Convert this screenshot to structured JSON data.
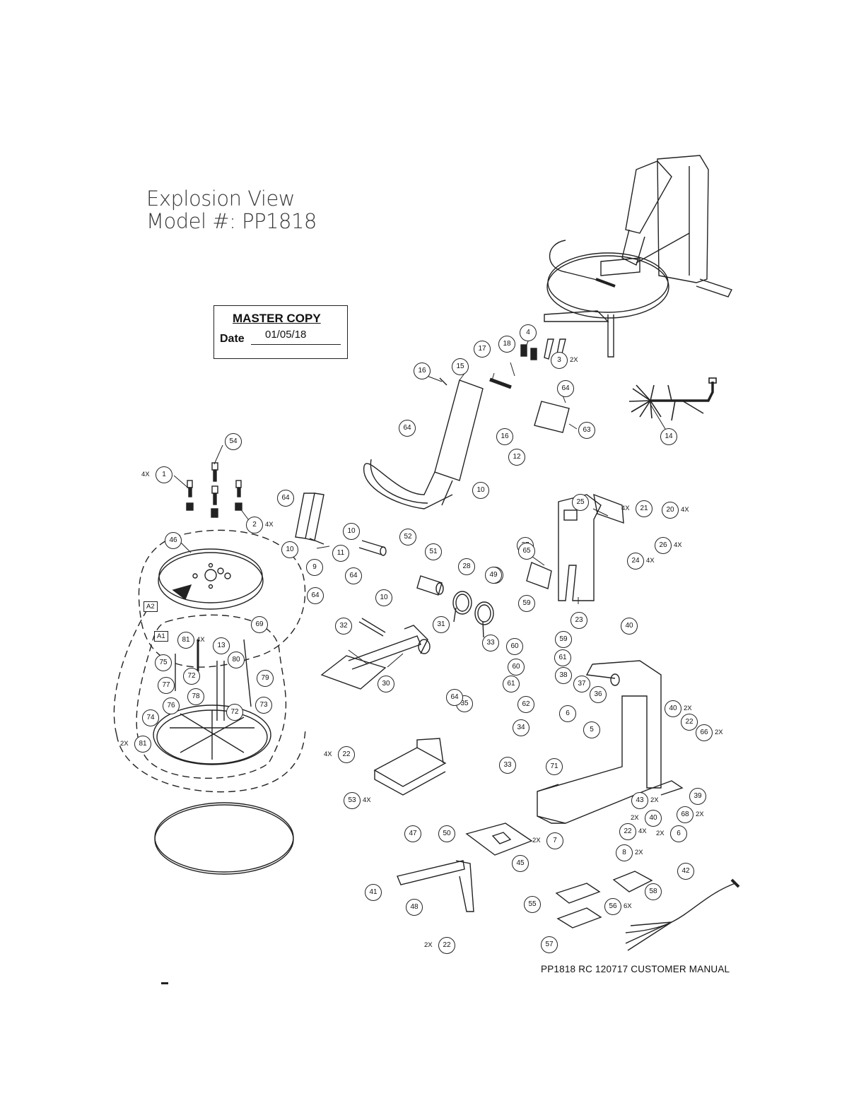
{
  "header": {
    "title_line1": "Explosion View",
    "title_line2": "Model #: PP1818"
  },
  "stamp": {
    "heading": "MASTER COPY",
    "date_label": "Date",
    "date_value": "01/05/18"
  },
  "footer": {
    "text": "PP1818 RC 120717 CUSTOMER MANUAL"
  },
  "assembly_boxes": [
    "A2",
    "A1"
  ],
  "callouts": [
    {
      "num": "1",
      "qty": "4X"
    },
    {
      "num": "2",
      "qty": "4X"
    },
    {
      "num": "3",
      "qty": "2X"
    },
    {
      "num": "4",
      "qty": ""
    },
    {
      "num": "5",
      "qty": ""
    },
    {
      "num": "6",
      "qty": ""
    },
    {
      "num": "6",
      "qty": "2X"
    },
    {
      "num": "7",
      "qty": "2X"
    },
    {
      "num": "8",
      "qty": "2X"
    },
    {
      "num": "9",
      "qty": ""
    },
    {
      "num": "10",
      "qty": ""
    },
    {
      "num": "10",
      "qty": ""
    },
    {
      "num": "10",
      "qty": ""
    },
    {
      "num": "10",
      "qty": ""
    },
    {
      "num": "11",
      "qty": ""
    },
    {
      "num": "12",
      "qty": ""
    },
    {
      "num": "13",
      "qty": ""
    },
    {
      "num": "14",
      "qty": ""
    },
    {
      "num": "15",
      "qty": ""
    },
    {
      "num": "16",
      "qty": ""
    },
    {
      "num": "16",
      "qty": ""
    },
    {
      "num": "17",
      "qty": ""
    },
    {
      "num": "18",
      "qty": ""
    },
    {
      "num": "20",
      "qty": "4X"
    },
    {
      "num": "21",
      "qty": "4X"
    },
    {
      "num": "22",
      "qty": "4X"
    },
    {
      "num": "22",
      "qty": ""
    },
    {
      "num": "22",
      "qty": "4X"
    },
    {
      "num": "22",
      "qty": "2X"
    },
    {
      "num": "23",
      "qty": ""
    },
    {
      "num": "24",
      "qty": "4X"
    },
    {
      "num": "25",
      "qty": ""
    },
    {
      "num": "26",
      "qty": "4X"
    },
    {
      "num": "27",
      "qty": ""
    },
    {
      "num": "28",
      "qty": ""
    },
    {
      "num": "29",
      "qty": ""
    },
    {
      "num": "30",
      "qty": ""
    },
    {
      "num": "31",
      "qty": ""
    },
    {
      "num": "32",
      "qty": ""
    },
    {
      "num": "33",
      "qty": ""
    },
    {
      "num": "33",
      "qty": ""
    },
    {
      "num": "34",
      "qty": ""
    },
    {
      "num": "35",
      "qty": ""
    },
    {
      "num": "36",
      "qty": ""
    },
    {
      "num": "37",
      "qty": ""
    },
    {
      "num": "38",
      "qty": ""
    },
    {
      "num": "39",
      "qty": ""
    },
    {
      "num": "40",
      "qty": ""
    },
    {
      "num": "40",
      "qty": "2X"
    },
    {
      "num": "40",
      "qty": "2X"
    },
    {
      "num": "41",
      "qty": ""
    },
    {
      "num": "42",
      "qty": ""
    },
    {
      "num": "43",
      "qty": "2X"
    },
    {
      "num": "45",
      "qty": ""
    },
    {
      "num": "46",
      "qty": ""
    },
    {
      "num": "47",
      "qty": ""
    },
    {
      "num": "48",
      "qty": ""
    },
    {
      "num": "49",
      "qty": ""
    },
    {
      "num": "50",
      "qty": ""
    },
    {
      "num": "51",
      "qty": ""
    },
    {
      "num": "52",
      "qty": ""
    },
    {
      "num": "53",
      "qty": "4X"
    },
    {
      "num": "54",
      "qty": ""
    },
    {
      "num": "55",
      "qty": ""
    },
    {
      "num": "56",
      "qty": "6X"
    },
    {
      "num": "57",
      "qty": ""
    },
    {
      "num": "58",
      "qty": ""
    },
    {
      "num": "59",
      "qty": ""
    },
    {
      "num": "59",
      "qty": ""
    },
    {
      "num": "60",
      "qty": ""
    },
    {
      "num": "60",
      "qty": ""
    },
    {
      "num": "61",
      "qty": ""
    },
    {
      "num": "61",
      "qty": ""
    },
    {
      "num": "62",
      "qty": ""
    },
    {
      "num": "63",
      "qty": ""
    },
    {
      "num": "64",
      "qty": ""
    },
    {
      "num": "64",
      "qty": ""
    },
    {
      "num": "64",
      "qty": ""
    },
    {
      "num": "64",
      "qty": ""
    },
    {
      "num": "64",
      "qty": ""
    },
    {
      "num": "64",
      "qty": ""
    },
    {
      "num": "65",
      "qty": ""
    },
    {
      "num": "66",
      "qty": "2X"
    },
    {
      "num": "68",
      "qty": "2X"
    },
    {
      "num": "69",
      "qty": ""
    },
    {
      "num": "71",
      "qty": ""
    },
    {
      "num": "72",
      "qty": ""
    },
    {
      "num": "72",
      "qty": ""
    },
    {
      "num": "73",
      "qty": ""
    },
    {
      "num": "74",
      "qty": ""
    },
    {
      "num": "75",
      "qty": ""
    },
    {
      "num": "76",
      "qty": ""
    },
    {
      "num": "77",
      "qty": ""
    },
    {
      "num": "78",
      "qty": ""
    },
    {
      "num": "79",
      "qty": ""
    },
    {
      "num": "80",
      "qty": ""
    },
    {
      "num": "81",
      "qty": "4X"
    },
    {
      "num": "81",
      "qty": "2X"
    }
  ]
}
